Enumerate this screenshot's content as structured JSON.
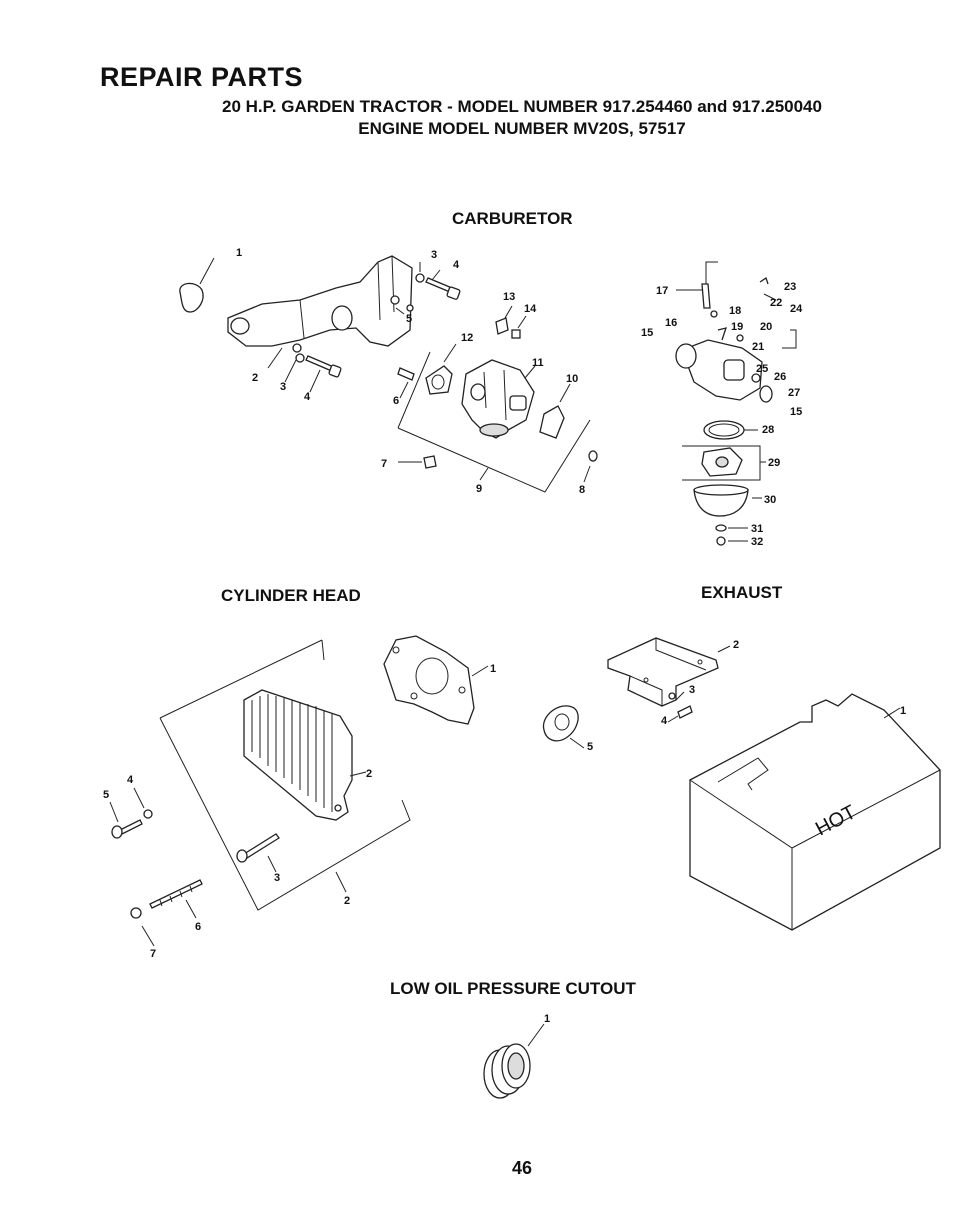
{
  "header": {
    "title": "REPAIR PARTS",
    "subtitle_line1": "20 H.P. GARDEN TRACTOR - MODEL NUMBER 917.254460 and 917.250040",
    "subtitle_line2": "ENGINE MODEL NUMBER MV20S, 57517"
  },
  "sections": {
    "carburetor": "CARBURETOR",
    "cylinder_head": "CYLINDER HEAD",
    "exhaust": "EXHAUST",
    "low_oil": "LOW OIL PRESSURE CUTOUT"
  },
  "muffler_text": "HOT",
  "carburetor_left_callouts": [
    "1",
    "3",
    "4",
    "5",
    "2",
    "3",
    "4",
    "13",
    "14",
    "12",
    "11",
    "10",
    "6",
    "7",
    "9",
    "8"
  ],
  "carburetor_right_callouts": [
    "17",
    "23",
    "22",
    "24",
    "18",
    "16",
    "19",
    "20",
    "15",
    "21",
    "25",
    "26",
    "27",
    "15",
    "28",
    "29",
    "30",
    "31",
    "32"
  ],
  "cylinder_head_callouts": [
    "1",
    "2",
    "4",
    "5",
    "3",
    "2",
    "6",
    "7"
  ],
  "exhaust_callouts": [
    "2",
    "3",
    "4",
    "5",
    "1"
  ],
  "low_oil_callouts": [
    "1"
  ],
  "footer": {
    "page_number": "46"
  }
}
